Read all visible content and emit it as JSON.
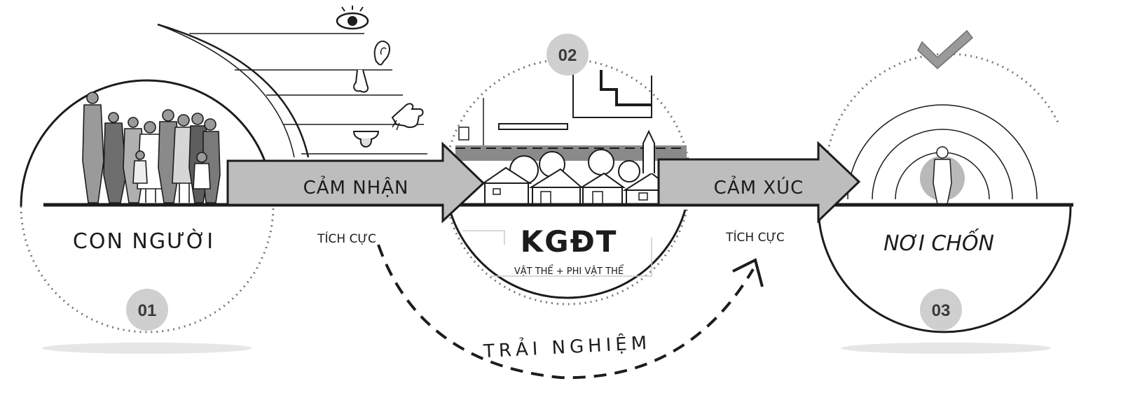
{
  "stages": [
    {
      "number": "01",
      "label": "CON NGƯỜI"
    },
    {
      "number": "02",
      "label": "KGĐT",
      "sublabel": "VẬT THỂ + PHI VẬT THỂ"
    },
    {
      "number": "03",
      "label": "NƠI CHỐN"
    }
  ],
  "arrows": [
    {
      "label": "CẢM NHẬN",
      "qualifier": "TÍCH CỰC"
    },
    {
      "label": "CẢM XÚC",
      "qualifier": "TÍCH CỰC"
    }
  ],
  "experience_label": "TRẢI NGHIỆM",
  "senses": [
    "eye-icon",
    "ear-icon",
    "nose-icon",
    "hand-icon",
    "tongue-icon"
  ],
  "colors": {
    "ink": "#1c1c1c",
    "arrow_fill": "#bdbdbd",
    "badge": "#cfcfcf",
    "check": "#9a9a9a"
  }
}
